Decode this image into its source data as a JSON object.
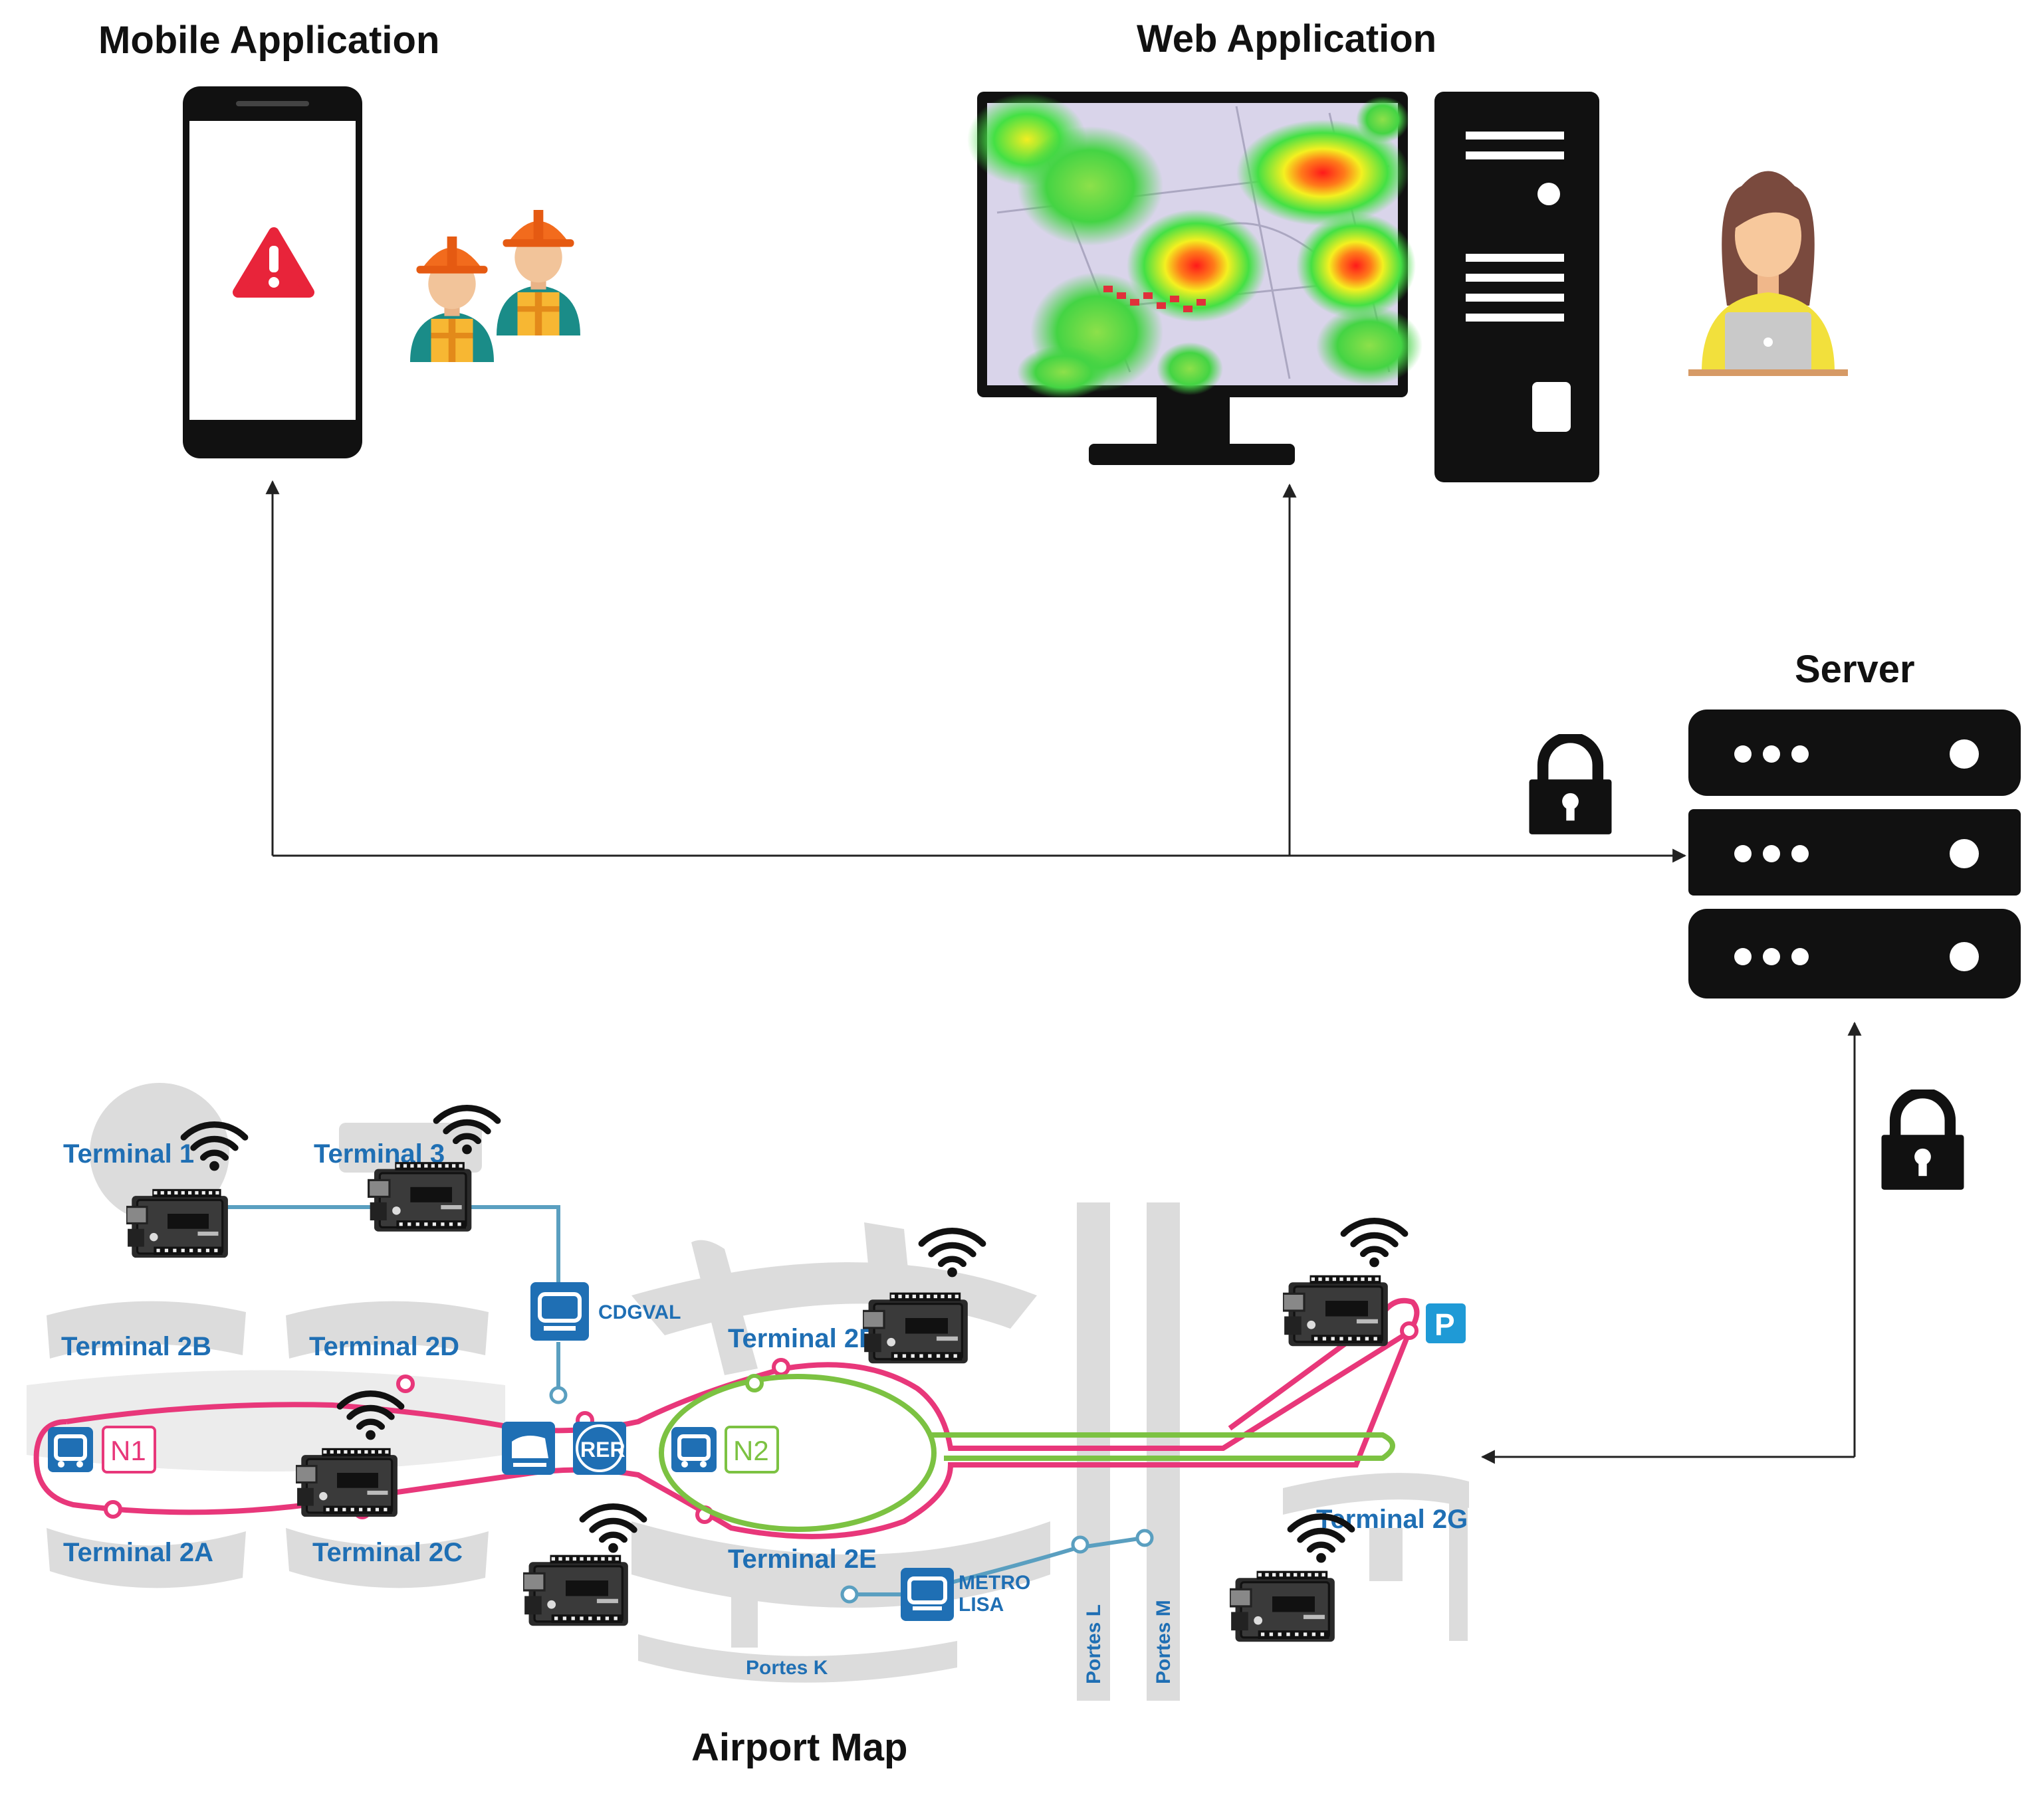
{
  "titles": {
    "mobile": "Mobile Application",
    "web": "Web Application",
    "server": "Server",
    "map": "Airport Map"
  },
  "map": {
    "terminals": {
      "t1": "Terminal 1",
      "t3": "Terminal 3",
      "t2a": "Terminal 2A",
      "t2b": "Terminal 2B",
      "t2c": "Terminal 2C",
      "t2d": "Terminal 2D",
      "t2e": "Terminal 2E",
      "t2f": "Terminal 2F",
      "t2g": "Terminal 2G"
    },
    "stations": {
      "cdgval": "CDGVAL",
      "metro_line1": "METRO",
      "metro_line2": "LISA",
      "rer": "RER",
      "n1": "N1",
      "n2": "N2",
      "parking": "P"
    },
    "gates": {
      "k": "Portes K",
      "l": "Portes L",
      "m": "Portes M"
    }
  },
  "colors": {
    "pink_line": "#e8377a",
    "green_line": "#7cc242",
    "blue_line": "#5a9fc0",
    "label_blue": "#1f6fb4",
    "icon_dark": "#111111"
  }
}
